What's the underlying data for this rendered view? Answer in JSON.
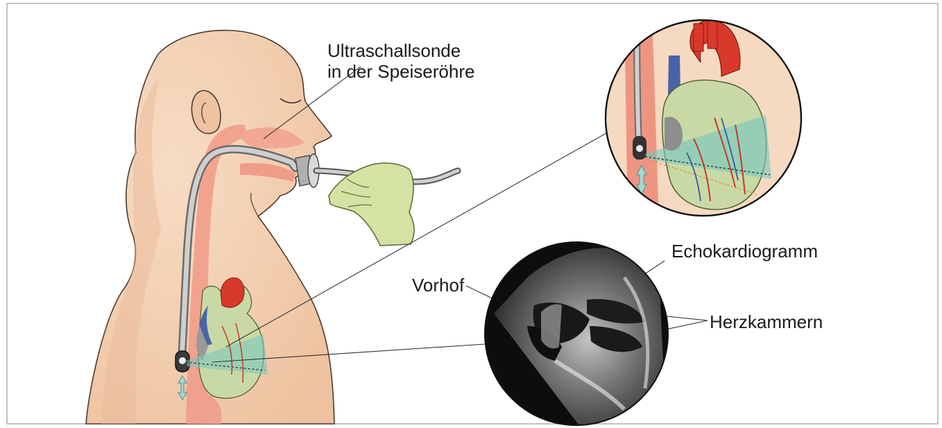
{
  "labels": {
    "probe_line1": "Ultraschallsonde",
    "probe_line2": "in der Speiseröhre",
    "echocardiogram": "Echokardiogramm",
    "atrium": "Vorhof",
    "ventricles": "Herzkammern"
  },
  "colors": {
    "skin": "#f3d3b6",
    "skin_shadow": "#e8b893",
    "esophagus": "#ee8a78",
    "heart_red": "#d9392b",
    "heart_muscle": "#c9d9a5",
    "ultrasound_beam": "#74c7c0",
    "glove": "#d4e3a3",
    "echo_background": "#0d0d0d",
    "frame": "#9b9b9b"
  }
}
